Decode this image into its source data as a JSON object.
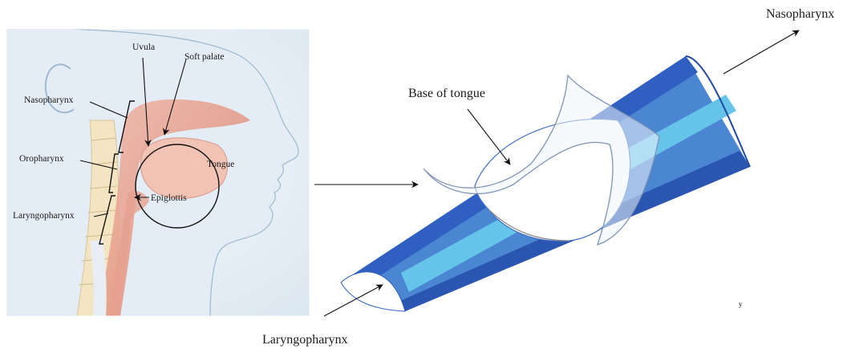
{
  "anatomy": {
    "labels": {
      "uvula": "Uvula",
      "soft_palate": "Soft palate",
      "nasopharynx": "Nasopharynx",
      "oropharynx": "Oropharynx",
      "tongue": "Tongue",
      "epiglottis": "Epiglottis",
      "laryngopharynx": "Laryngopharynx"
    }
  },
  "model": {
    "labels": {
      "nasopharynx": "Nasopharynx",
      "base_of_tongue": "Base of tongue",
      "laryngopharynx": "Laryngopharynx"
    }
  },
  "colors": {
    "tube_dark": "#2f5fc0",
    "tube_mid": "#4b86d2",
    "tube_light": "#66c3ea",
    "tissue": "#e49a86",
    "skin_line": "#a9c1d6"
  }
}
